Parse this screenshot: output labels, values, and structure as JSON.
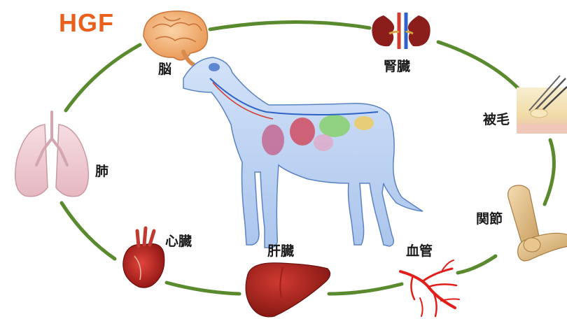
{
  "title": "HGF",
  "organs": {
    "brain": "脳",
    "kidney": "腎臓",
    "fur": "被毛",
    "lung": "肺",
    "joint": "関節",
    "heart": "心臓",
    "liver": "肝臓",
    "blood_vessel": "血管"
  },
  "colors": {
    "accent": "#e8601c",
    "ring": "#5a8a2e",
    "dog_body": "#a9c6ee"
  },
  "icons": [
    "brain-icon",
    "kidney-icon",
    "hair-follicle-icon",
    "lung-icon",
    "joint-icon",
    "heart-icon",
    "liver-icon",
    "blood-vessel-icon",
    "dog-anatomy-illustration"
  ]
}
